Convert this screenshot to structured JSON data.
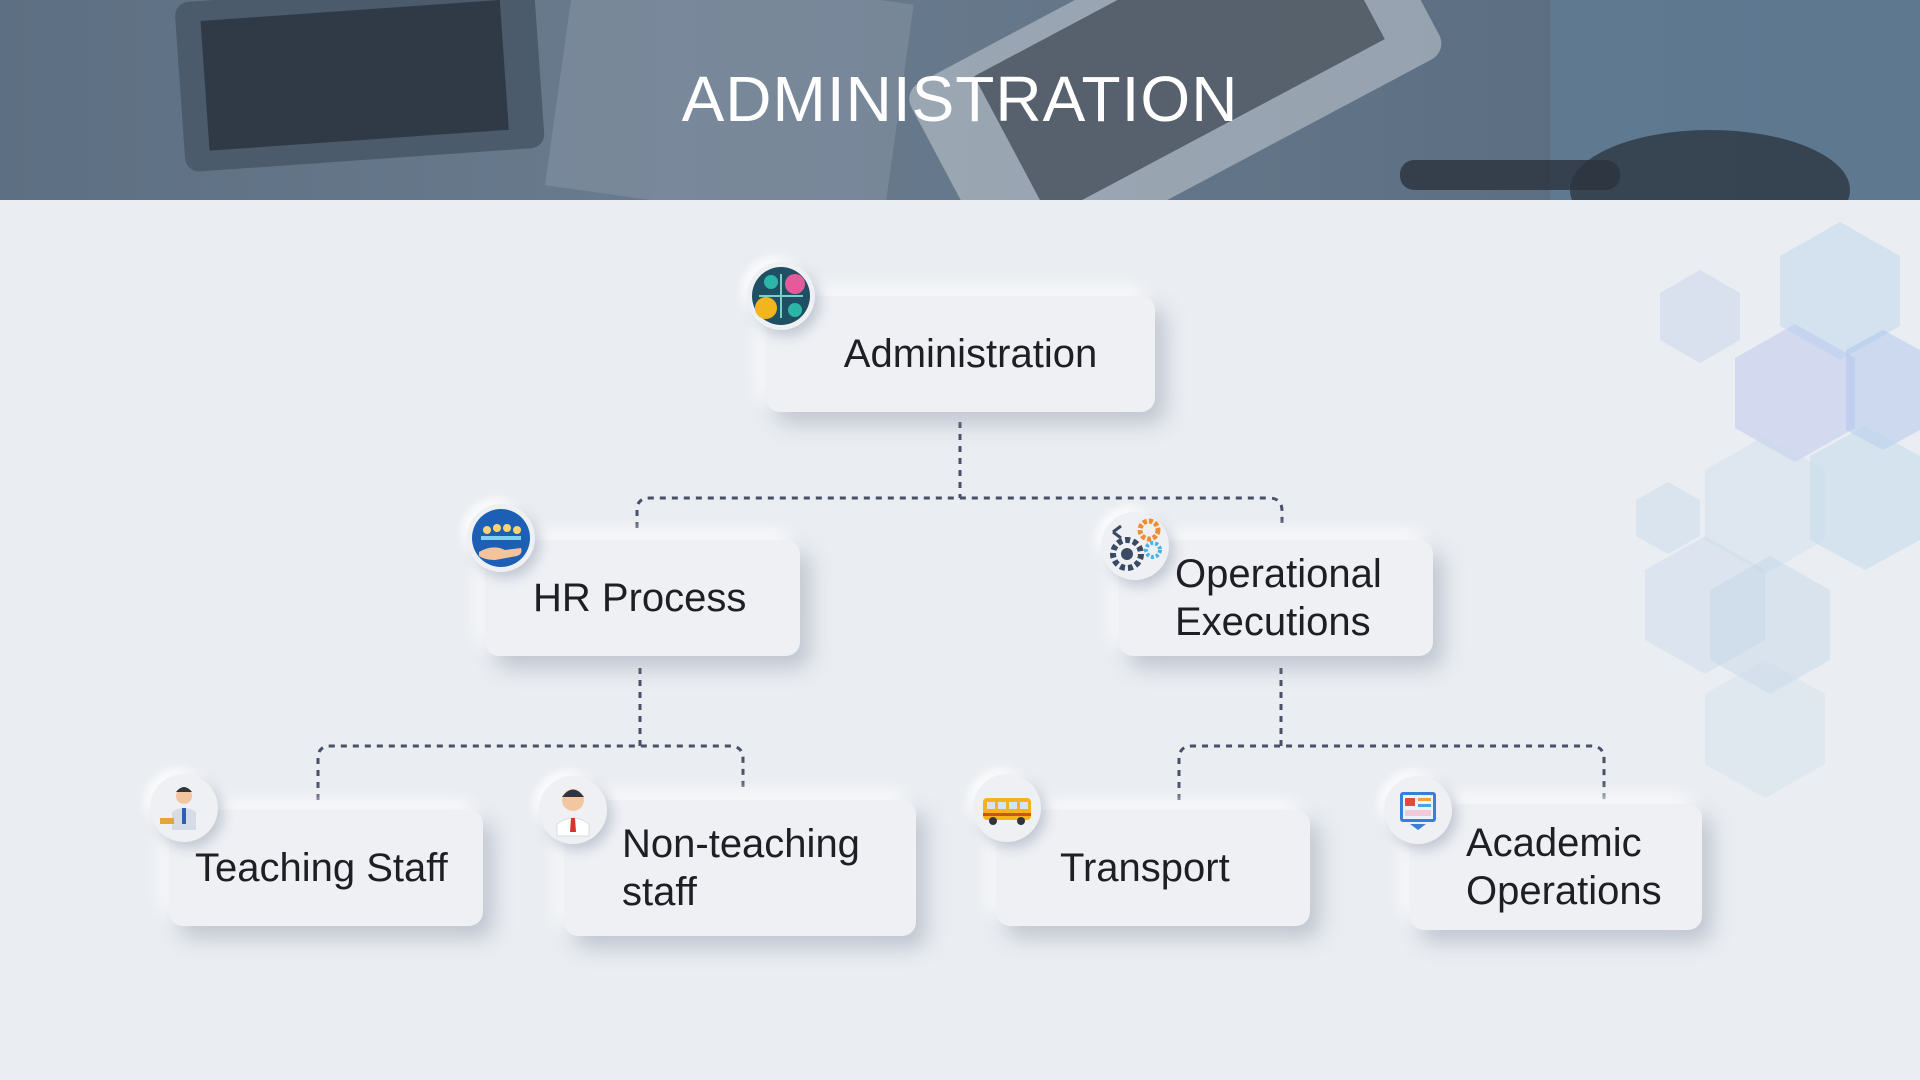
{
  "header": {
    "title": "ADMINISTRATION"
  },
  "diagram": {
    "root": {
      "label": "Administration",
      "icon": "gears-network-icon"
    },
    "level1": [
      {
        "label": "HR Process",
        "icon": "people-globe-hand-icon"
      },
      {
        "label": "Operational Executions",
        "icon": "cogs-icon"
      }
    ],
    "level2": [
      {
        "label": "Teaching Staff",
        "icon": "teacher-icon"
      },
      {
        "label": "Non-teaching staff",
        "icon": "staff-person-icon"
      },
      {
        "label": "Transport",
        "icon": "school-bus-icon"
      },
      {
        "label": "Academic Operations",
        "icon": "academic-dashboard-icon"
      }
    ]
  },
  "colors": {
    "banner": "#627487",
    "background": "#eaedf1",
    "card": "#eef0f4",
    "connector": "#4a5068",
    "hexagon": "#b9d4ea"
  }
}
